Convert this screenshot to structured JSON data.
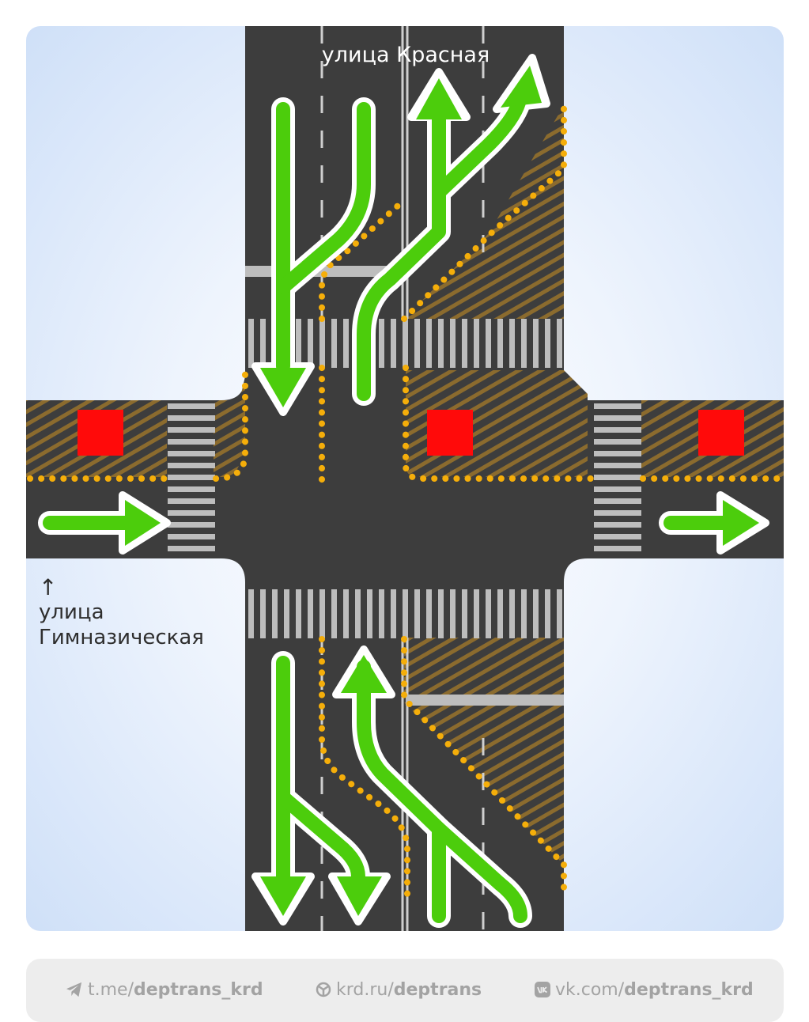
{
  "streets": {
    "north": "улица Красная",
    "west_arrow": "↑",
    "west_line1": "улица",
    "west_line2": "Гимназическая"
  },
  "colors": {
    "asphalt": "#3d3d3d",
    "arrow_green": "#4ccd0c",
    "barrier_dots": "#f5ae0a",
    "hatch": "#8b6b2e",
    "stop_marker": "#ff0a0a",
    "crosswalk": "#bdbdbd",
    "background": "#dfeafb"
  },
  "footer": {
    "telegram_prefix": "t.me/",
    "telegram_handle": "deptrans_krd",
    "site_prefix": "krd.ru/",
    "site_handle": "deptrans",
    "vk_prefix": "vk.com/",
    "vk_handle": "deptrans_krd",
    "icons": [
      "telegram-icon",
      "globe-icon",
      "vk-icon"
    ]
  }
}
